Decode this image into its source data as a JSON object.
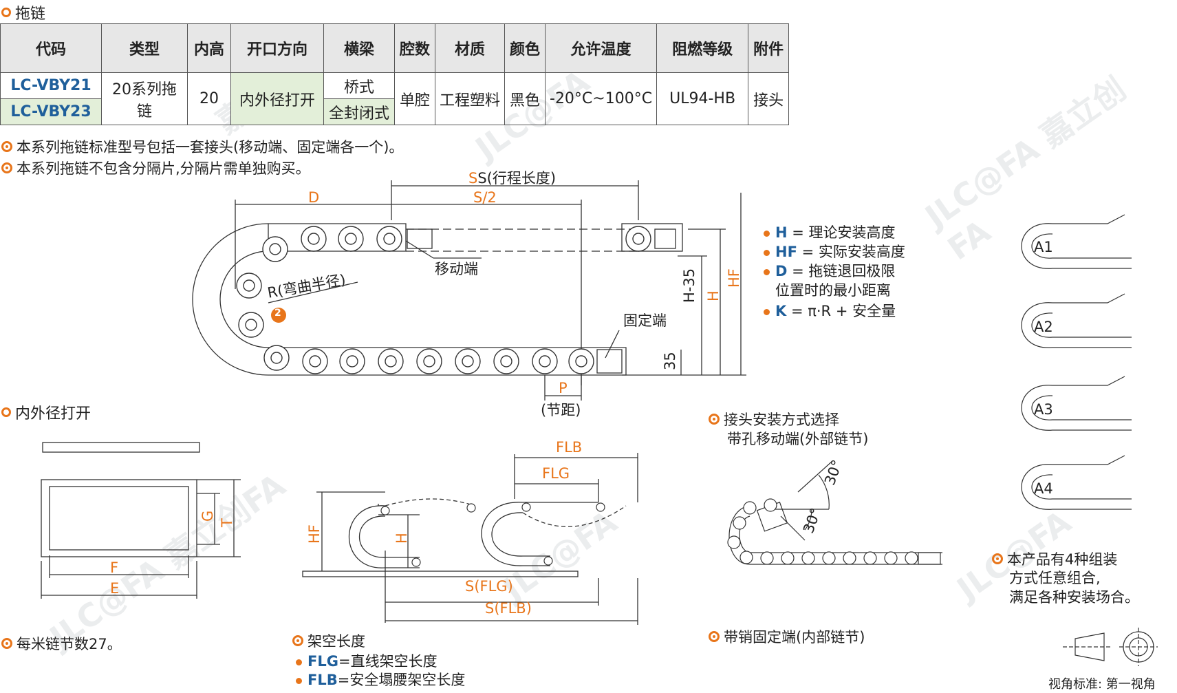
{
  "section_title": "拖链",
  "table": {
    "headers": [
      "代码",
      "类型",
      "内高",
      "开口方向",
      "横梁",
      "腔数",
      "材质",
      "颜色",
      "允许温度",
      "阻燃等级",
      "附件"
    ],
    "code1": "LC-VBY21",
    "code2": "LC-VBY23",
    "type": "20系列拖链",
    "height": "20",
    "opening": "内外径打开",
    "beam1": "桥式",
    "beam2": "全封闭式",
    "cavity": "单腔",
    "material": "工程塑料",
    "color": "黑色",
    "temp": "-20°C~100°C",
    "flame": "UL94-HB",
    "accessory": "接头"
  },
  "notes": [
    "本系列拖链标准型号包括一套接头(移动端、固定端各一个)。",
    "本系列拖链不包含分隔片,分隔片需单独购买。"
  ],
  "main_diagram": {
    "s_label": "S(行程长度)",
    "s_half": "S/2",
    "d_label": "D",
    "r_label": "R(弯曲半径)",
    "r_badge": "2",
    "moving_end": "移动端",
    "fixed_end": "固定端",
    "h35": "H-35",
    "h": "H",
    "hf": "HF",
    "dim35": "35",
    "p": "P",
    "pitch": "(节距)"
  },
  "legend": [
    {
      "key": "H",
      "text": "= 理论安装高度"
    },
    {
      "key": "HF",
      "text": "= 实际安装高度"
    },
    {
      "key": "D",
      "text": "= 拖链退回极限"
    },
    {
      "key": "",
      "text": "位置时的最小距离"
    },
    {
      "key": "K",
      "text": "= π·R + 安全量"
    }
  ],
  "assembly": [
    "A1",
    "A2",
    "A3",
    "A4"
  ],
  "assembly_note": [
    "本产品有4种组装",
    "方式任意组合,",
    "满足各种安装场合。"
  ],
  "open_title": "内外径打开",
  "cross": {
    "g": "G",
    "t": "T",
    "f": "F",
    "e": "E"
  },
  "per_meter": "每米链节数27。",
  "span": {
    "flb": "FLB",
    "flg": "FLG",
    "hf": "HF",
    "h": "H",
    "sflg": "S(FLG)",
    "sflb": "S(FLB)"
  },
  "span_title": "架空长度",
  "span_notes": [
    {
      "key": "FLG",
      "text": "=直线架空长度"
    },
    {
      "key": "FLB",
      "text": "=安全塌腰架空长度"
    }
  ],
  "joint_title": [
    "接头安装方式选择",
    "带孔移动端(外部链节)"
  ],
  "joint_angles": [
    "30°",
    "30°"
  ],
  "pin_fixed": "带销固定端(内部链节)",
  "view_std": "视角标准: 第一视角",
  "colors": {
    "accent": "#e8751a",
    "blue": "#1f5f9b",
    "green": "#e3efd9",
    "header": "#e7e7e7"
  }
}
